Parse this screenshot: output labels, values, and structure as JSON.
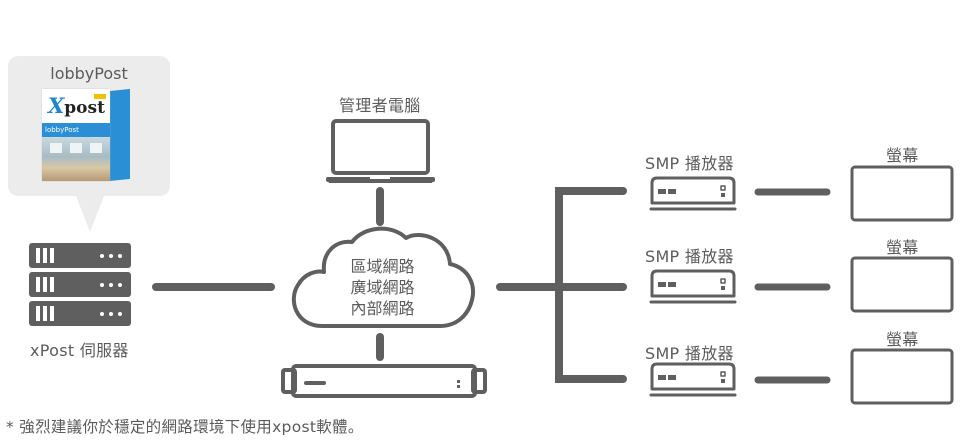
{
  "colors": {
    "icon_stroke": "#5f5f5f",
    "text": "#5b5b5b",
    "bubble_bg": "#ececec",
    "brand_blue": "#2b8fd6"
  },
  "lobbypost": {
    "title": "lobbyPost",
    "product_logo": "post",
    "product_logo_x": "X",
    "product_band": "lobbyPost",
    "icon": "software-box-icon"
  },
  "server": {
    "label": "xPost 伺服器",
    "icon": "server-rack-icon"
  },
  "admin_pc": {
    "label": "管理者電腦",
    "icon": "laptop-icon"
  },
  "network": {
    "lines": [
      "區域網路",
      "廣域網路",
      "內部網路"
    ],
    "icon": "cloud-icon"
  },
  "router": {
    "icon": "network-appliance-icon"
  },
  "players": [
    {
      "label": "SMP 播放器",
      "icon": "media-player-icon"
    },
    {
      "label": "SMP 播放器",
      "icon": "media-player-icon"
    },
    {
      "label": "SMP 播放器",
      "icon": "media-player-icon"
    }
  ],
  "screens": [
    {
      "label": "螢幕",
      "icon": "display-screen-icon"
    },
    {
      "label": "螢幕",
      "icon": "display-screen-icon"
    },
    {
      "label": "螢幕",
      "icon": "display-screen-icon"
    }
  ],
  "footnote": "* 強烈建議你於穩定的網路環境下使用xpost軟體。"
}
